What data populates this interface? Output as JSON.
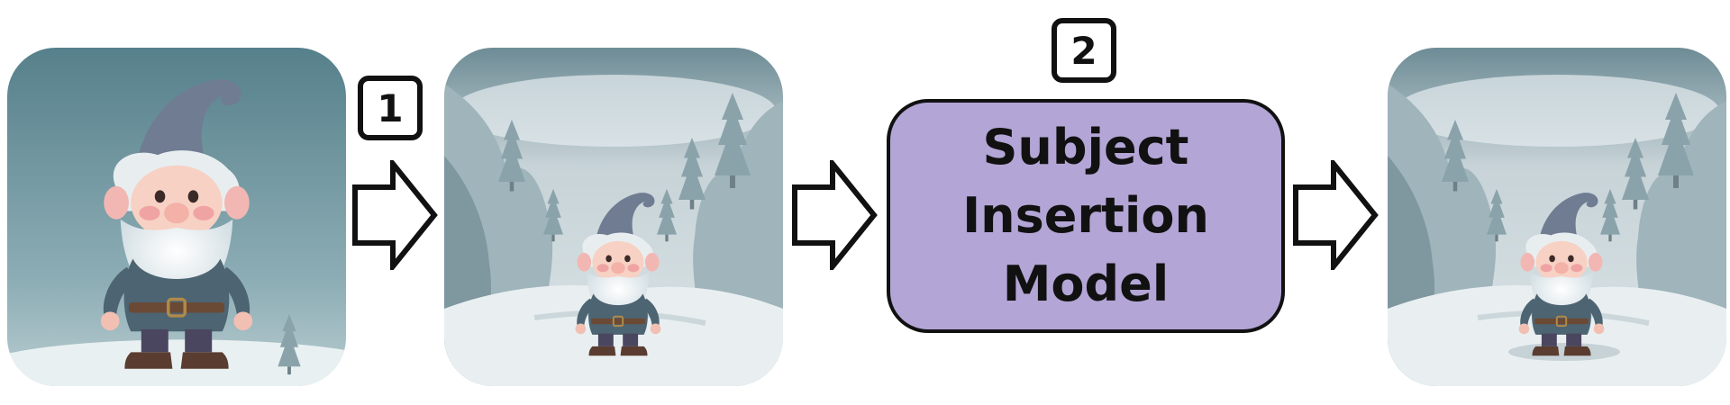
{
  "images": [
    {
      "name": "gnome-reference",
      "icon": "gnome-illustration"
    },
    {
      "name": "gnome-pasted-in-forest",
      "icon": "gnome-in-snowy-forest"
    },
    {
      "name": "gnome-inserted-in-forest",
      "icon": "gnome-in-snowy-forest"
    }
  ],
  "steps": {
    "step1": "1",
    "step2": "2"
  },
  "model": {
    "lines": [
      "Subject",
      "Insertion",
      "Model"
    ]
  },
  "arrows": [
    "arrow-right-icon",
    "arrow-right-icon",
    "arrow-right-icon"
  ],
  "colors": {
    "model_fill": "#b3a5d5",
    "outline": "#111111",
    "background": "#ffffff"
  }
}
